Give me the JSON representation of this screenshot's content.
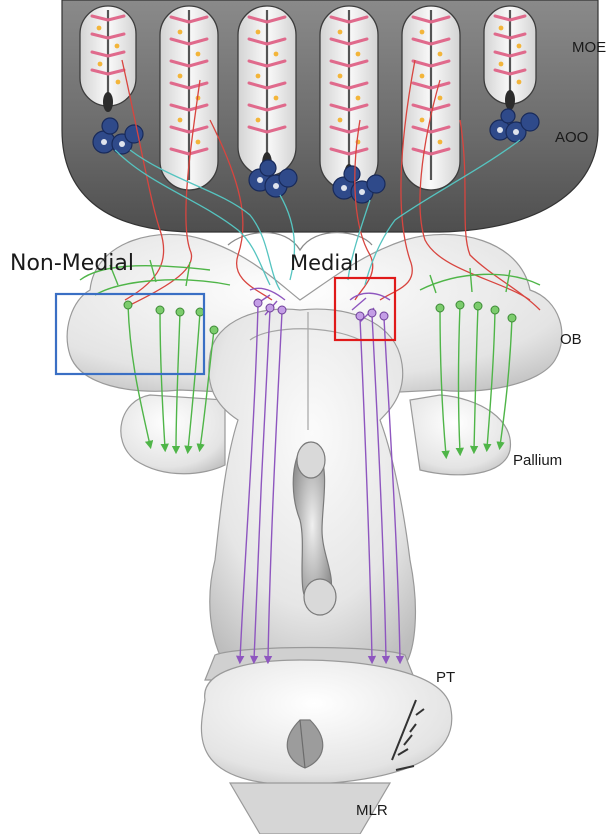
{
  "labels": {
    "moe": "MOE",
    "aoo": "AOO",
    "ob": "OB",
    "pallium": "Pallium",
    "pt": "PT",
    "mlr": "MLR",
    "non_medial": "Non-Medial",
    "medial": "Medial"
  },
  "colors": {
    "non_medial_box": "#3a6fc4",
    "medial_box": "#e01a1a",
    "olfactory_axon_red": "#d8453f",
    "olfactory_axon_cyan": "#55c4c0",
    "mitral_green": "#4fb548",
    "mitral_purple": "#8e56bf",
    "tissue_light": "#eeeeee",
    "tissue_dark": "#6d6d6d"
  },
  "icons": {
    "aoo_clusters": "cell-cluster-icon",
    "signature": "signature-mark"
  }
}
